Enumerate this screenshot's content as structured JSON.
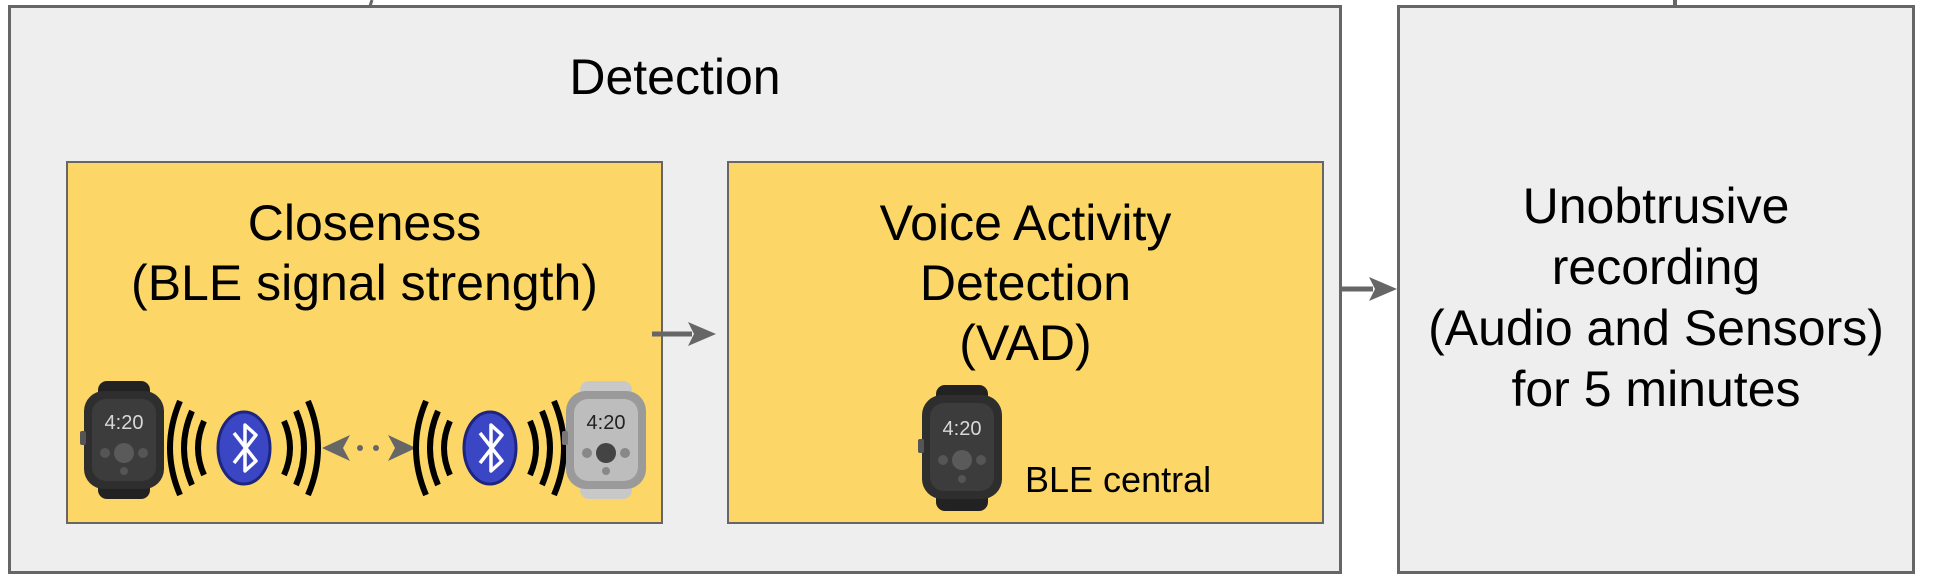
{
  "detection": {
    "title": "Detection",
    "closeness": {
      "title_lines": [
        "Closeness",
        "(BLE signal strength)"
      ],
      "watch_time": "4:20"
    },
    "vad": {
      "title_lines": [
        "Voice Activity",
        "Detection",
        "(VAD)"
      ],
      "watch_time": "4:20",
      "ble_label": "BLE central"
    }
  },
  "recording": {
    "text_lines": [
      "Unobtrusive",
      "recording",
      "(Audio and Sensors)",
      "for 5 minutes"
    ]
  },
  "colors": {
    "panel_fill": "#eeeeee",
    "card_fill": "#fcd666",
    "border": "#666666",
    "bluetooth": "#3a46c4"
  }
}
